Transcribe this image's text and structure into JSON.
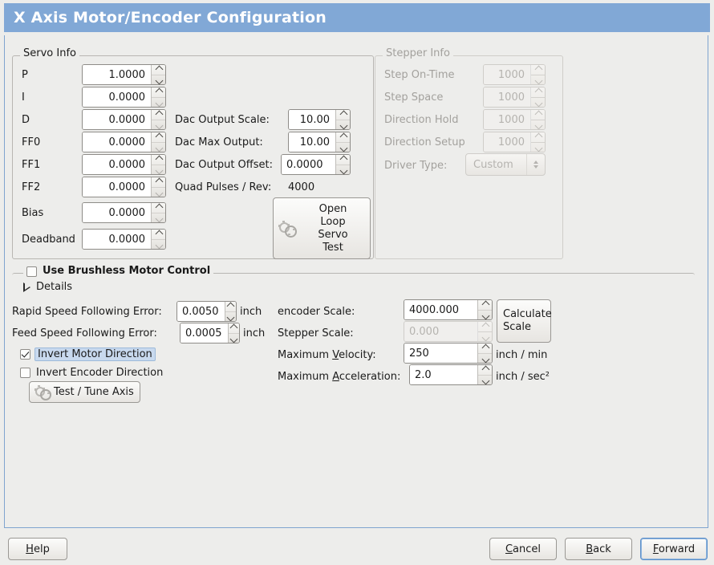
{
  "window": {
    "title": "X Axis Motor/Encoder Configuration"
  },
  "servo_info": {
    "title": "Servo Info",
    "rows": [
      {
        "label": "P",
        "value": "1.0000"
      },
      {
        "label": "I",
        "value": "0.0000"
      },
      {
        "label": "D",
        "value": "0.0000"
      },
      {
        "label": "FF0",
        "value": "0.0000"
      },
      {
        "label": "FF1",
        "value": "0.0000"
      },
      {
        "label": "FF2",
        "value": "0.0000"
      },
      {
        "label": "Bias",
        "value": "0.0000"
      },
      {
        "label": "Deadband",
        "value": "0.0000"
      }
    ],
    "dac": [
      {
        "label": "Dac Output Scale:",
        "value": "10.00"
      },
      {
        "label": "Dac Max Output:",
        "value": "10.00"
      },
      {
        "label": "Dac Output Offset:",
        "value": "0.0000"
      }
    ],
    "quad_pulses_label": "Quad Pulses / Rev:",
    "quad_pulses_value": "4000",
    "open_loop_button": "Open\nLoop\nServo\nTest",
    "open_loop_icon": "gears-icon"
  },
  "stepper_info": {
    "title": "Stepper Info",
    "disabled": true,
    "rows": [
      {
        "label": "Step On-Time",
        "value": "1000"
      },
      {
        "label": "Step Space",
        "value": "1000"
      },
      {
        "label": "Direction Hold",
        "value": "1000"
      },
      {
        "label": "Direction Setup",
        "value": "1000"
      }
    ],
    "driver_type_label": "Driver Type:",
    "driver_type_value": "Custom"
  },
  "brushless": {
    "checkbox_label": "Use Brushless Motor Control",
    "checked": false,
    "details_label": "Details",
    "details_expanded": false
  },
  "tuning": {
    "rapid_following_error_label": "Rapid Speed Following Error:",
    "rapid_following_error_value": "0.0050",
    "rapid_following_error_unit": "inch",
    "feed_following_error_label": "Feed Speed Following Error:",
    "feed_following_error_value": "0.0005",
    "feed_following_error_unit": "inch",
    "invert_motor_label": "Invert Motor Direction",
    "invert_motor_checked": true,
    "invert_encoder_label": "Invert Encoder Direction",
    "invert_encoder_checked": false,
    "test_tune_button": "Test / Tune Axis",
    "test_tune_icon": "gears-icon"
  },
  "scales": {
    "encoder_scale_label": "encoder Scale:",
    "encoder_scale_value": "4000.000",
    "stepper_scale_label": "Stepper Scale:",
    "stepper_scale_value": "0.000",
    "stepper_scale_disabled": true,
    "calculate_scale_button": "Calculate\nScale",
    "max_velocity_label_pre": "Maximum ",
    "max_velocity_label_mn": "V",
    "max_velocity_label_post": "elocity:",
    "max_velocity_value": "250",
    "max_velocity_unit": "inch / min",
    "max_accel_label_pre": "Maximum ",
    "max_accel_label_mn": "A",
    "max_accel_label_post": "cceleration:",
    "max_accel_value": "2.0",
    "max_accel_unit": "inch / sec²"
  },
  "actions": {
    "help_mn": "H",
    "help_post": "elp",
    "cancel_mn": "C",
    "cancel_post": "ancel",
    "back_mn": "B",
    "back_post": "ack",
    "forward_mn": "F",
    "forward_post": "orward"
  },
  "colors": {
    "titlebar": "#81a8d6",
    "background": "#ededeb",
    "panel_border": "#7fa4cf",
    "focus": "#5c8fc9",
    "selection": "#c8d9ee",
    "disabled_text": "#a3a19d"
  }
}
